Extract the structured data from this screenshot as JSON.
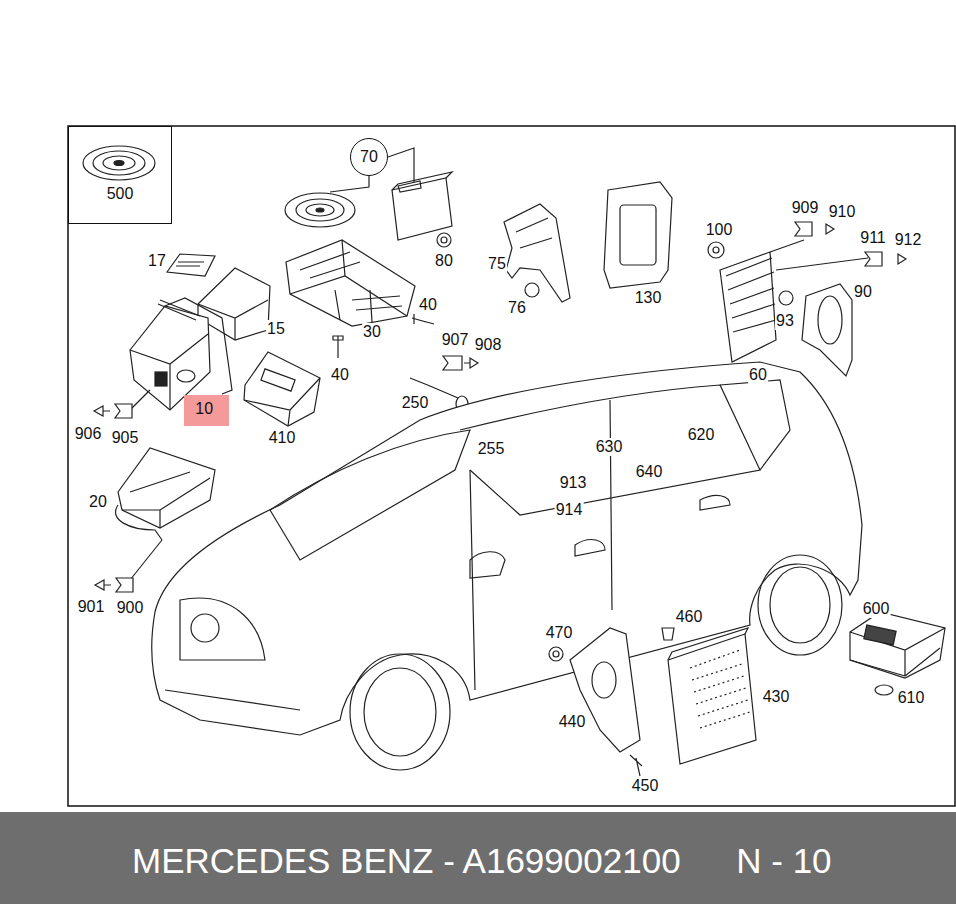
{
  "diagram": {
    "nodes": [
      {
        "text": [
          "500"
        ]
      },
      {
        "text": [
          "70"
        ]
      },
      {
        "text": [
          "10"
        ]
      },
      {
        "text": [
          "MERCEDES BENZ - A1699002100",
          "N - 10"
        ]
      }
    ],
    "labels": [
      "17",
      "15",
      "30",
      "40",
      "40",
      "80",
      "75",
      "76",
      "130",
      "100",
      "909",
      "910",
      "911",
      "912",
      "90",
      "93",
      "60",
      "906",
      "905",
      "410",
      "907",
      "908",
      "250",
      "255",
      "913",
      "914",
      "630",
      "620",
      "640",
      "20",
      "901",
      "900",
      "470",
      "460",
      "440",
      "430",
      "450",
      "600",
      "610"
    ]
  }
}
